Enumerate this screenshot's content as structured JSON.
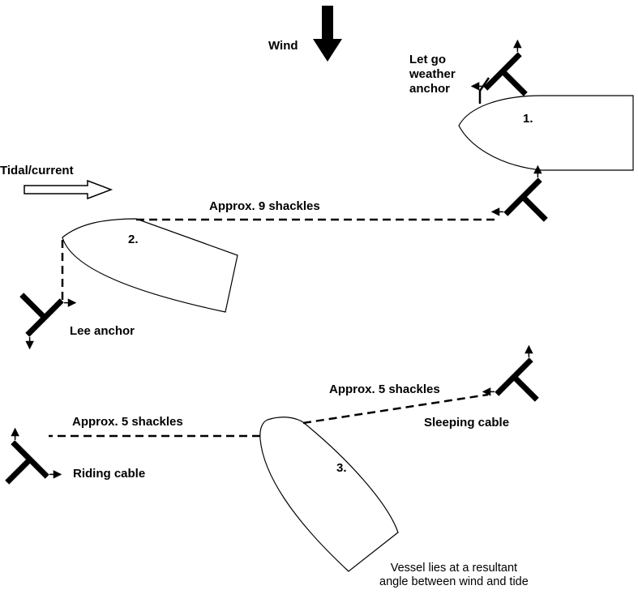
{
  "colors": {
    "ink": "#000000",
    "background": "#ffffff"
  },
  "labels": {
    "wind": "Wind",
    "tidal_current": "Tidal/current",
    "let_go_weather_anchor": "Let go\nweather\nanchor",
    "approx_9_shackles": "Approx. 9 shackles",
    "lee_anchor": "Lee anchor",
    "approx_5_shackles_right": "Approx. 5 shackles",
    "approx_5_shackles_left": "Approx. 5 shackles",
    "sleeping_cable": "Sleeping cable",
    "riding_cable": "Riding cable",
    "vessel_note": "Vessel lies at a resultant\nangle between wind and tide"
  },
  "vessels": [
    {
      "id": "1",
      "label": "1."
    },
    {
      "id": "2",
      "label": "2."
    },
    {
      "id": "3",
      "label": "3."
    }
  ],
  "icons": [
    "wind-arrow-icon",
    "tidal-current-arrow-icon",
    "anchor-icon"
  ]
}
